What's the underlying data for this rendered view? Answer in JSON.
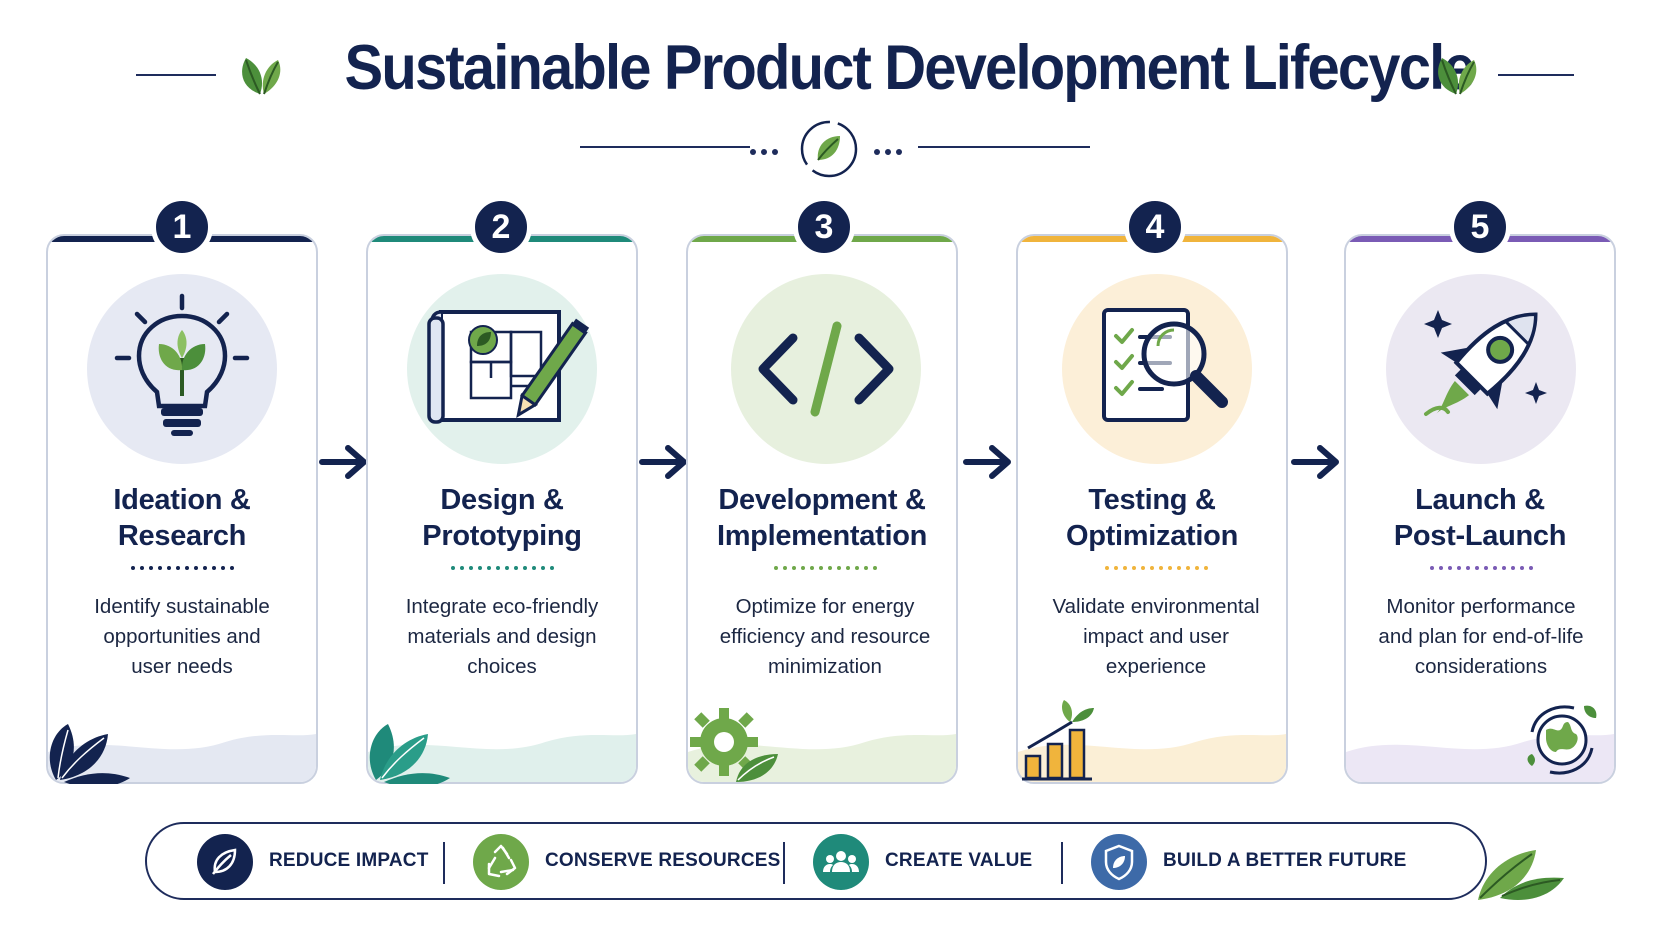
{
  "header": {
    "title": "Sustainable Product Development Lifecycle"
  },
  "stages": [
    {
      "number": "1",
      "title_line1": "Ideation &",
      "title_line2": "Research",
      "description": [
        "Identify sustainable",
        "opportunities and",
        "user needs"
      ],
      "icon": "lightbulb-leaf-icon",
      "accent": "#13234f"
    },
    {
      "number": "2",
      "title_line1": "Design &",
      "title_line2": "Prototyping",
      "description": [
        "Integrate eco-friendly",
        "materials and design",
        "choices"
      ],
      "icon": "blueprint-pencil-icon",
      "accent": "#1f8a7a"
    },
    {
      "number": "3",
      "title_line1": "Development &",
      "title_line2": "Implementation",
      "description": [
        "Optimize for energy",
        "efficiency and resource",
        "minimization"
      ],
      "icon": "code-brackets-icon",
      "accent": "#6fa84a"
    },
    {
      "number": "4",
      "title_line1": "Testing &",
      "title_line2": "Optimization",
      "description": [
        "Validate environmental",
        "impact and user",
        "experience"
      ],
      "icon": "checklist-magnifier-icon",
      "accent": "#f0b43c"
    },
    {
      "number": "5",
      "title_line1": "Launch &",
      "title_line2": "Post-Launch",
      "description": [
        "Monitor performance",
        "and plan for end-of-life",
        "considerations"
      ],
      "icon": "rocket-icon",
      "accent": "#7a5bb5"
    }
  ],
  "values": [
    {
      "label": "REDUCE IMPACT",
      "icon": "leaf-icon",
      "color": "#13234f"
    },
    {
      "label": "CONSERVE RESOURCES",
      "icon": "recycle-icon",
      "color": "#6fa84a"
    },
    {
      "label": "CREATE VALUE",
      "icon": "people-icon",
      "color": "#1f8a7a"
    },
    {
      "label": "BUILD A BETTER FUTURE",
      "icon": "shield-leaf-icon",
      "color": "#3d6aa8"
    }
  ],
  "colors": {
    "navy": "#13234f",
    "teal": "#1f8a7a",
    "green": "#6fa84a",
    "amber": "#f0b43c",
    "purple": "#7a5bb5"
  }
}
